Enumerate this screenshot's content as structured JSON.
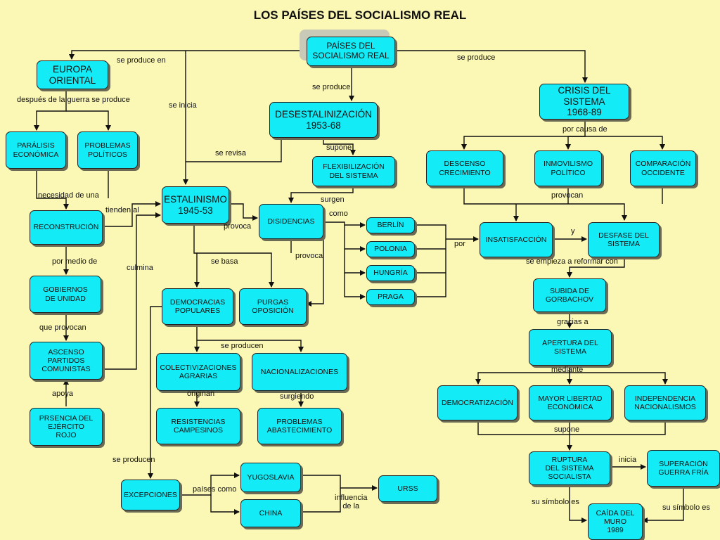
{
  "title": "LOS PAÍSES DEL SOCIALISMO REAL",
  "nodes": {
    "paises": "PAÍSES DEL\nSOCIALISMO REAL",
    "europa": "EUROPA\nORIENTAL",
    "desest": "DESESTALINIZACIÓN\n1953-68",
    "crisis": "CRISIS DEL\nSISTEMA\n1968-89",
    "paralisis": "PARÁLISIS\nECONÓMICA",
    "problemas_pol": "PROBLEMAS\nPOLÍTICOS",
    "flexib": "FLEXIBILIZACIÓN\nDEL SISTEMA",
    "descenso": "DESCENSO\nCRECIMIENTO",
    "inmovilismo": "INMOVILISMO\nPOLÍTICO",
    "comparacion": "COMPARACIÓN\nOCCIDENTE",
    "estalinismo": "ESTALINISMO\n1945-53",
    "disidencias": "DISIDENCIAS",
    "reconstruccion": "RECONSTRUCIÓN",
    "berlin": "BERLÍN",
    "polonia": "POLONIA",
    "hungria": "HUNGRÍA",
    "praga": "PRAGA",
    "insatisfaccion": "INSATISFACCIÓN",
    "desfase": "DESFASE DEL\nSISTEMA",
    "gobiernos": "GOBIERNOS\nDE UNIDAD",
    "democracias": "DEMOCRACIAS\nPOPULARES",
    "purgas": "PURGAS\nOPOSICIÓN",
    "subida": "SUBIDA DE\nGORBACHOV",
    "ascenso": "ASCENSO\nPARTIDOS\nCOMUNISTAS",
    "apertura": "APERTURA  DEL\nSISTEMA",
    "colectiv": "COLECTIVIZACIONES\nAGRARIAS",
    "nacionaliz": "NACIONALIZACIONES",
    "democratizacion": "DEMOCRATIZACIÓN",
    "mayor": "MAYOR LIBERTAD\nECONÓMICA",
    "independencia": "INDEPENDENCIA\nNACIONALISMOS",
    "presencia": "PRSENCIA DEL\nEJÉRCITO\nROJO",
    "resistencias": "RESISTENCIAS\nCAMPESINOS",
    "problemas_ab": "PROBLEMAS\nABASTECIMIENTO",
    "ruptura": "RUPTURA\nDEL SISTEMA\nSOCIALISTA",
    "superacion": "SUPERACIÓN\nGUERRA FRÍA",
    "yugoslavia": "YUGOSLAVIA",
    "urss": "URSS",
    "excepciones": "EXCEPCIONES",
    "china": "CHINA",
    "caida": "CAÍDA DEL\nMURO\n1989"
  },
  "labels": {
    "se_produce_en": "se produce en",
    "se_produce_r": "se produce",
    "se_produce_c": "se produce",
    "despues": "después de la guerra se produce",
    "se_inicia": "se inicia",
    "por_causa": "por causa de",
    "se_revisa": "se revisa",
    "supone1": "supone",
    "necesidad": "necesidad de una",
    "surgen": "surgen",
    "provocan": "provocan",
    "tienden": "tienden al",
    "como": "como",
    "provoca1": "provoca",
    "y": "y",
    "por": "por",
    "provoca2": "provoca",
    "por_medio": "por medio de",
    "se_basa": "se basa",
    "culmina": "culmina",
    "se_empieza": "se empieza a reformar con",
    "que_provocan": "que provocan",
    "gracias": "gracias a",
    "se_producen1": "se producen",
    "mediante": "mediante",
    "apoya": "apoya",
    "originan": "originan",
    "surgiendo": "surgiendo",
    "supone2": "supone",
    "se_producen2": "se producen",
    "inicia": "inicia",
    "paises_como": "países como",
    "influencia": "influencia\nde la",
    "simbolo1": "su símbolo es",
    "simbolo2": "su símbolo es"
  }
}
